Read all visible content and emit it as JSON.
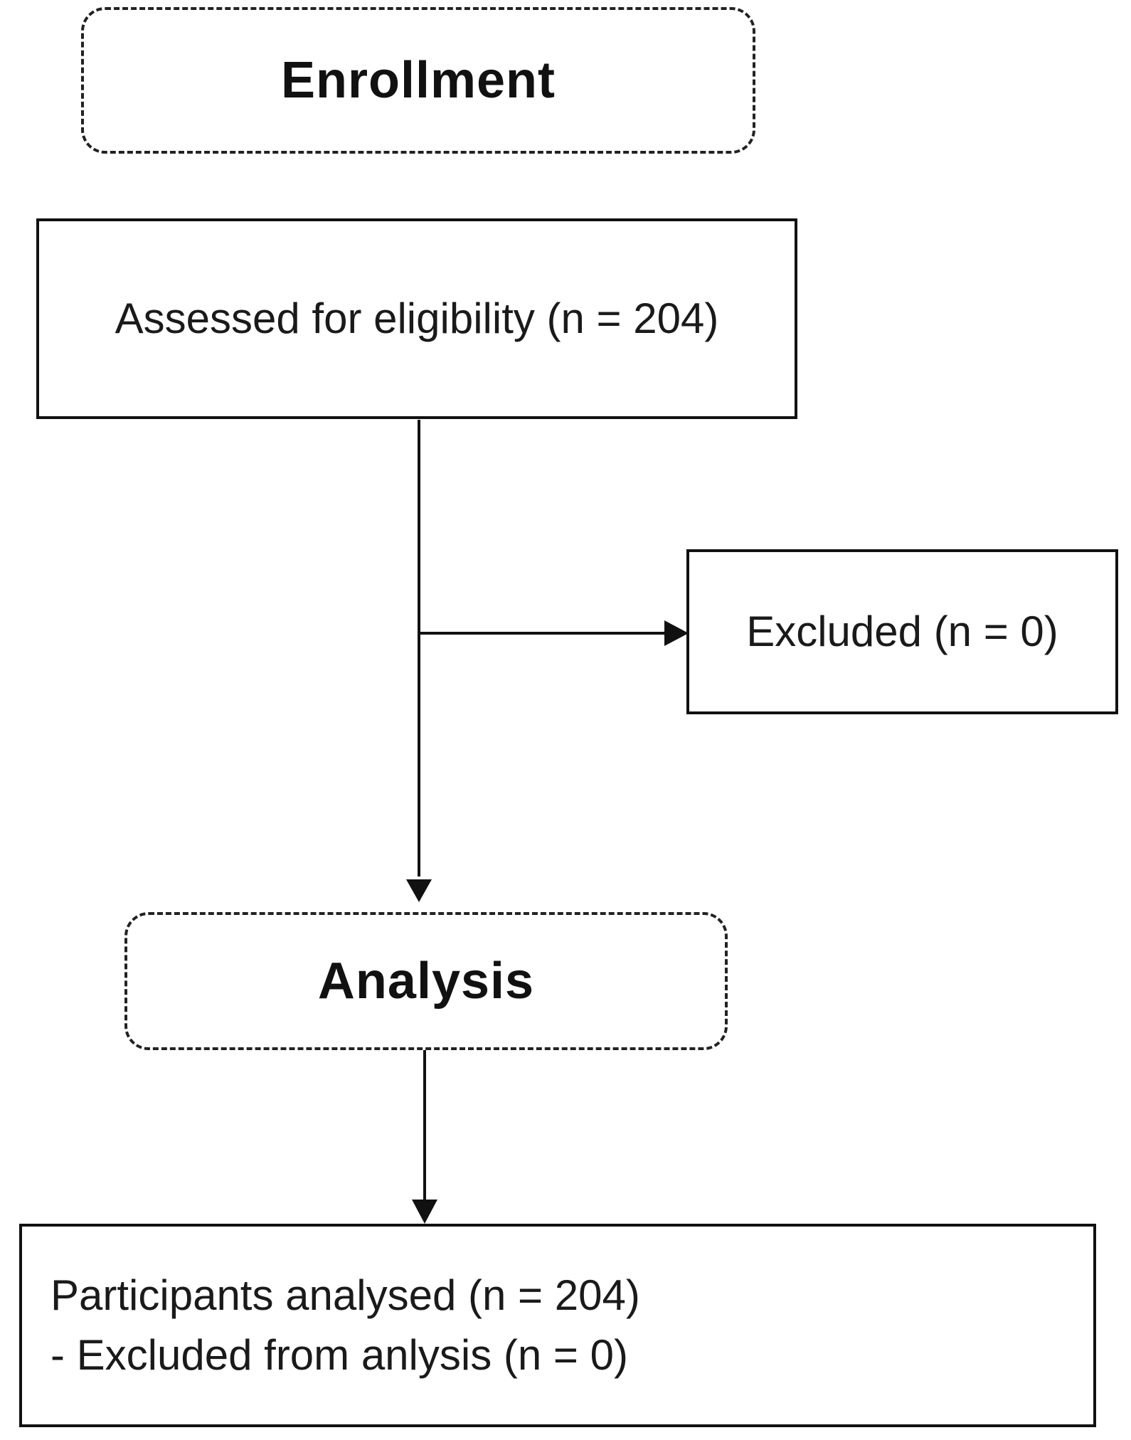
{
  "stages": {
    "enrollment": "Enrollment",
    "analysis": "Analysis"
  },
  "boxes": {
    "assessed": "Assessed for eligibility (n = 204)",
    "excluded": "Excluded (n = 0)",
    "participants_line1": "Participants analysed (n = 204)",
    "participants_line2": "- Excluded from anlysis (n = 0)"
  }
}
